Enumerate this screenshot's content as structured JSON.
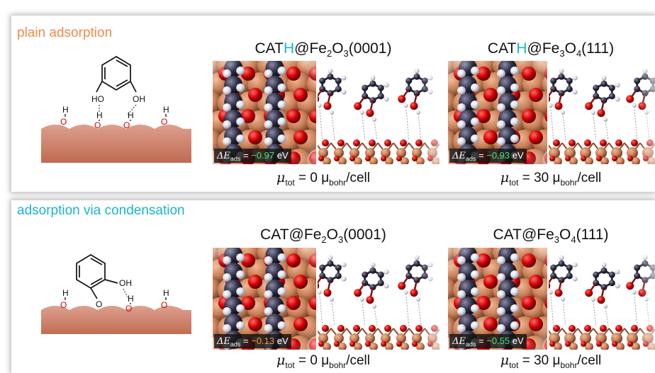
{
  "colors": {
    "accent_orange": "#f2894a",
    "accent_cyan": "#1cb4cf",
    "surface": "#c9745e",
    "oxygen": "#d30000",
    "carbon": "#2e2e45",
    "iron": "#c98058",
    "energy_green": "#46e27c",
    "energy_orange": "#f6963f"
  },
  "sections": [
    {
      "heading": "plain adsorption",
      "scheme": {
        "labels": [
          "HO",
          "OH",
          "H",
          "H",
          "H",
          "H"
        ]
      },
      "cases": [
        {
          "title_pre": "CAT",
          "title_accent": "H",
          "title_mid": "@Fe",
          "sub1": "2",
          "title_mid2": "O",
          "sub2": "3",
          "title_post": "(0001)",
          "energy_symbol": "ΔE",
          "energy_sub": "ads",
          "energy_eq": " = ",
          "energy_value": "−0.97",
          "energy_unit": " eV",
          "mu_symbol": "μ",
          "mu_sub": "tot",
          "mu_eq": " = 0 μ",
          "mu_unit_sub": "bohr",
          "mu_tail": "/cell"
        },
        {
          "title_pre": "CAT",
          "title_accent": "H",
          "title_mid": "@Fe",
          "sub1": "3",
          "title_mid2": "O",
          "sub2": "4",
          "title_post": "(111)",
          "energy_symbol": "ΔE",
          "energy_sub": "ads",
          "energy_eq": " = ",
          "energy_value": "−0.93",
          "energy_unit": " eV",
          "mu_symbol": "μ",
          "mu_sub": "tot",
          "mu_eq": " = 30 μ",
          "mu_unit_sub": "bohr",
          "mu_tail": "/cell"
        }
      ]
    },
    {
      "heading": "adsorption via condensation",
      "scheme": {
        "labels": [
          "O",
          "OH",
          "H",
          "H",
          "H"
        ]
      },
      "cases": [
        {
          "title_pre": "CAT",
          "title_accent": "",
          "title_mid": "@Fe",
          "sub1": "2",
          "title_mid2": "O",
          "sub2": "3",
          "title_post": "(0001)",
          "energy_symbol": "ΔE",
          "energy_sub": "ads",
          "energy_eq": " = ",
          "energy_value": "−0.13",
          "energy_unit": " eV",
          "mu_symbol": "μ",
          "mu_sub": "tot",
          "mu_eq": " = 0 μ",
          "mu_unit_sub": "bohr",
          "mu_tail": "/cell"
        },
        {
          "title_pre": "CAT",
          "title_accent": "",
          "title_mid": "@Fe",
          "sub1": "3",
          "title_mid2": "O",
          "sub2": "4",
          "title_post": "(111)",
          "energy_symbol": "ΔE",
          "energy_sub": "ads",
          "energy_eq": " = ",
          "energy_value": "−0.55",
          "energy_unit": " eV",
          "mu_symbol": "μ",
          "mu_sub": "tot",
          "mu_eq": " = 30 μ",
          "mu_unit_sub": "bohr",
          "mu_tail": "/cell"
        }
      ]
    }
  ]
}
